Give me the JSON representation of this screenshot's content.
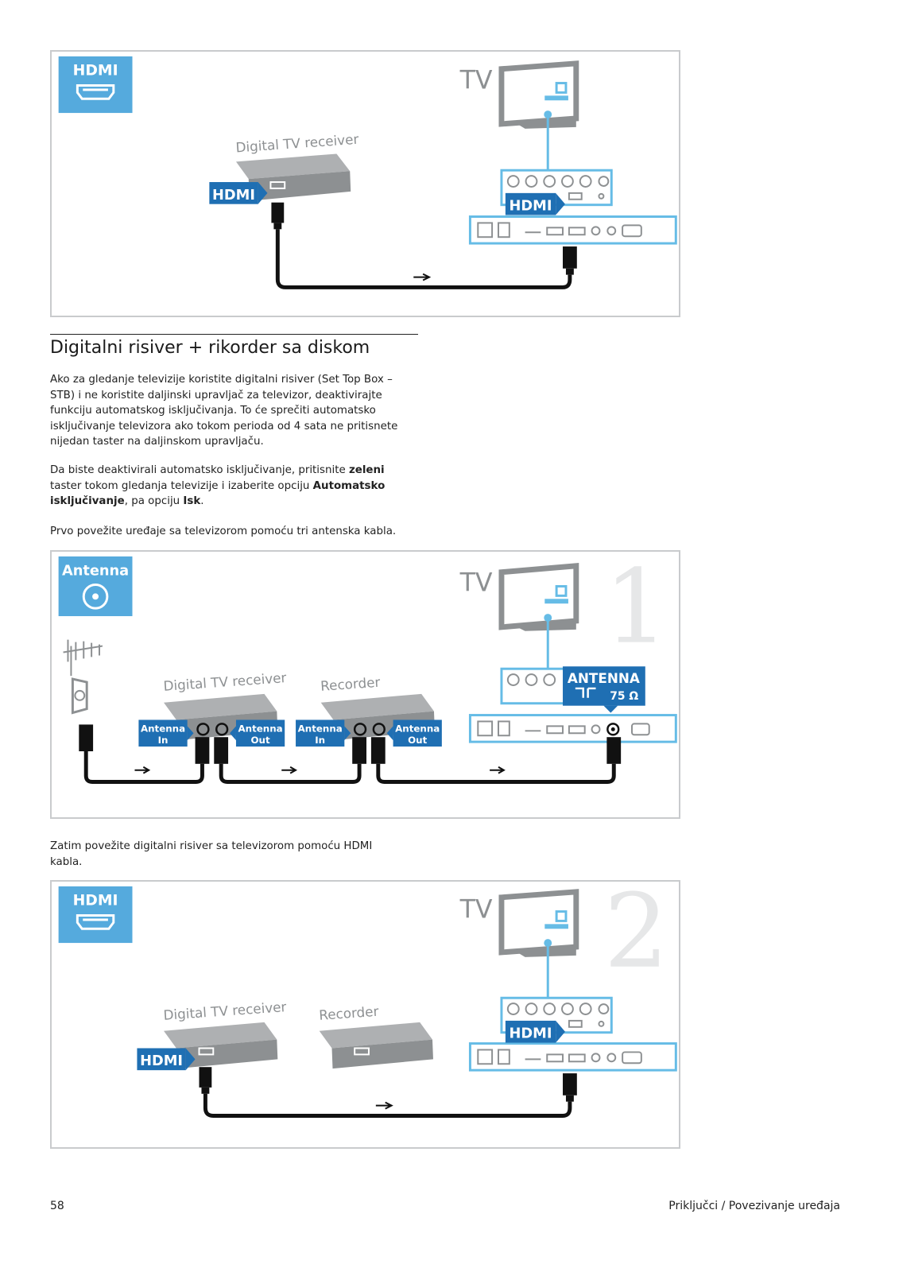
{
  "figure1": {
    "badge": "HDMI",
    "tv_label": "TV",
    "device_label": "Digital TV receiver",
    "device_port_tag": "HDMI",
    "tv_port_tag": "HDMI"
  },
  "section": {
    "title": "Digitalni risiver + rikorder sa diskom"
  },
  "paragraph1": "Ako za gledanje televizije koristite digitalni risiver (Set Top Box – STB) i ne koristite daljinski upravljač za televizor, deaktivirajte funkciju automatskog isključivanja. To će sprečiti automatsko isključivanje televizora ako tokom perioda od 4 sata ne pritisnete nijedan taster na daljinskom upravljaču.",
  "paragraph2": {
    "part1": "Da biste deaktivirali automatsko isključivanje, pritisnite ",
    "bold1": "zeleni",
    "part2": " taster tokom gledanja televizije i izaberite opciju ",
    "bold2": "Automatsko isključivanje",
    "part3": ", pa opciju ",
    "bold3": "Isk",
    "part4": "."
  },
  "paragraph3": "Prvo povežite uređaje sa televizorom pomoću tri antenska kabla.",
  "figure2": {
    "badge": "Antenna",
    "tv_label": "TV",
    "step_number": "1",
    "receiver_label": "Digital TV receiver",
    "recorder_label": "Recorder",
    "port_in_line1": "Antenna",
    "port_in_line2": "In",
    "port_out_line1": "Antenna",
    "port_out_line2": "Out",
    "tv_tag_line1": "ANTENNA",
    "tv_tag_line2": "75 Ω"
  },
  "paragraph4": "Zatim povežite digitalni risiver sa televizorom pomoću HDMI kabla.",
  "figure3": {
    "badge": "HDMI",
    "tv_label": "TV",
    "step_number": "2",
    "receiver_label": "Digital TV receiver",
    "recorder_label": "Recorder",
    "device_port_tag": "HDMI",
    "tv_port_tag": "HDMI"
  },
  "footer": {
    "page_number": "58",
    "path": "Priključci / Povezivanje uređaja"
  },
  "colors": {
    "accent_blue": "#1f6fb3",
    "badge_blue": "#55aadd",
    "line_blue": "#66bce6",
    "cable": "#111111",
    "frame": "#c9cbcd",
    "device_gray": "#8d9092"
  }
}
